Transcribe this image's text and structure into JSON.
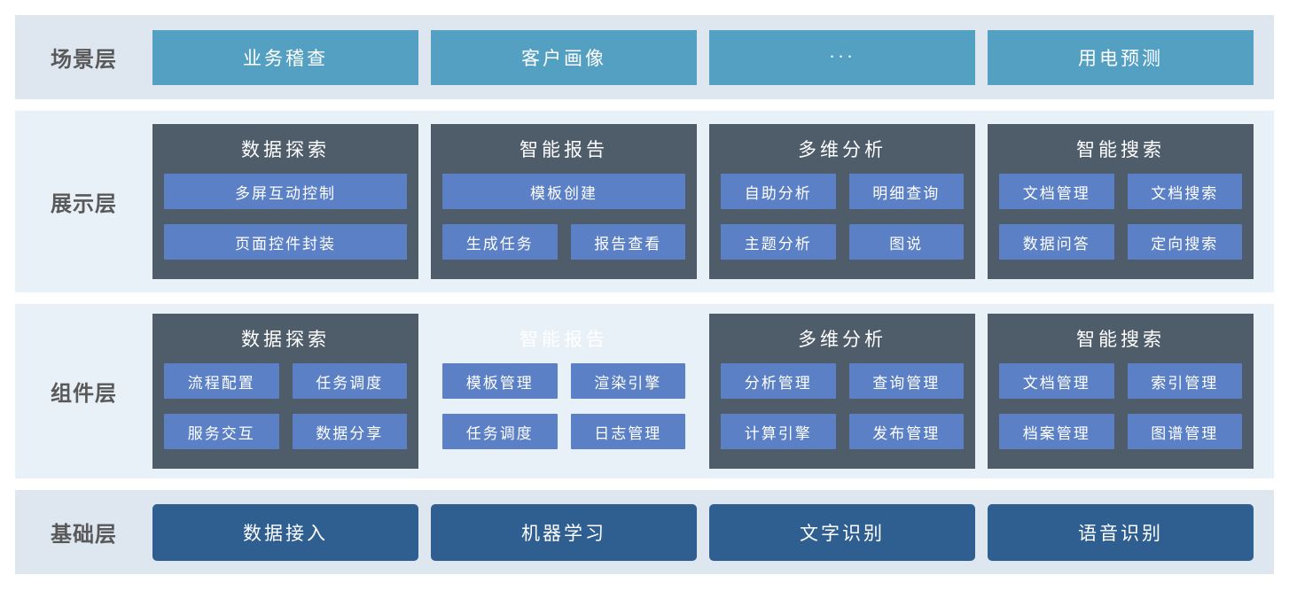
{
  "colors": {
    "page_bg": "#ffffff",
    "band_outer": "#dee6f0",
    "band_inner": "#e9f1f8",
    "scene_btn": "#54a0c3",
    "group_bg": "#4f5c6a",
    "item_bg": "#5b80c5",
    "base_btn": "#2f5f90",
    "label_text": "#595959",
    "box_text": "#ffffff"
  },
  "layers": [
    {
      "id": "scene",
      "label": "场景层",
      "type": "buttons",
      "style": "scene",
      "buttons": [
        "业务稽查",
        "客户画像",
        "···",
        "用电预测"
      ]
    },
    {
      "id": "display",
      "label": "展示层",
      "type": "groups",
      "groups": [
        {
          "title": "数据探索",
          "items": [
            {
              "label": "多屏互动控制",
              "span": 2
            },
            {
              "label": "页面控件封装",
              "span": 2
            }
          ]
        },
        {
          "title": "智能报告",
          "items": [
            {
              "label": "模板创建",
              "span": 2
            },
            {
              "label": "生成任务",
              "span": 1
            },
            {
              "label": "报告查看",
              "span": 1
            }
          ]
        },
        {
          "title": "多维分析",
          "items": [
            {
              "label": "自助分析",
              "span": 1
            },
            {
              "label": "明细查询",
              "span": 1
            },
            {
              "label": "主题分析",
              "span": 1
            },
            {
              "label": "图说",
              "span": 1
            }
          ]
        },
        {
          "title": "智能搜索",
          "items": [
            {
              "label": "文档管理",
              "span": 1
            },
            {
              "label": "文档搜索",
              "span": 1
            },
            {
              "label": "数据问答",
              "span": 1
            },
            {
              "label": "定向搜索",
              "span": 1
            }
          ]
        }
      ]
    },
    {
      "id": "component",
      "label": "组件层",
      "type": "groups",
      "groups": [
        {
          "title": "数据探索",
          "items": [
            {
              "label": "流程配置",
              "span": 1
            },
            {
              "label": "任务调度",
              "span": 1
            },
            {
              "label": "服务交互",
              "span": 1
            },
            {
              "label": "数据分享",
              "span": 1
            }
          ]
        },
        {
          "title": "智能报告",
          "transparent": true,
          "items": [
            {
              "label": "模板管理",
              "span": 1
            },
            {
              "label": "渲染引擎",
              "span": 1
            },
            {
              "label": "任务调度",
              "span": 1
            },
            {
              "label": "日志管理",
              "span": 1
            }
          ]
        },
        {
          "title": "多维分析",
          "items": [
            {
              "label": "分析管理",
              "span": 1
            },
            {
              "label": "查询管理",
              "span": 1
            },
            {
              "label": "计算引擎",
              "span": 1
            },
            {
              "label": "发布管理",
              "span": 1
            }
          ]
        },
        {
          "title": "智能搜索",
          "items": [
            {
              "label": "文档管理",
              "span": 1
            },
            {
              "label": "索引管理",
              "span": 1
            },
            {
              "label": "档案管理",
              "span": 1
            },
            {
              "label": "图谱管理",
              "span": 1
            }
          ]
        }
      ]
    },
    {
      "id": "base",
      "label": "基础层",
      "type": "buttons",
      "style": "base",
      "buttons": [
        "数据接入",
        "机器学习",
        "文字识别",
        "语音识别"
      ]
    }
  ]
}
